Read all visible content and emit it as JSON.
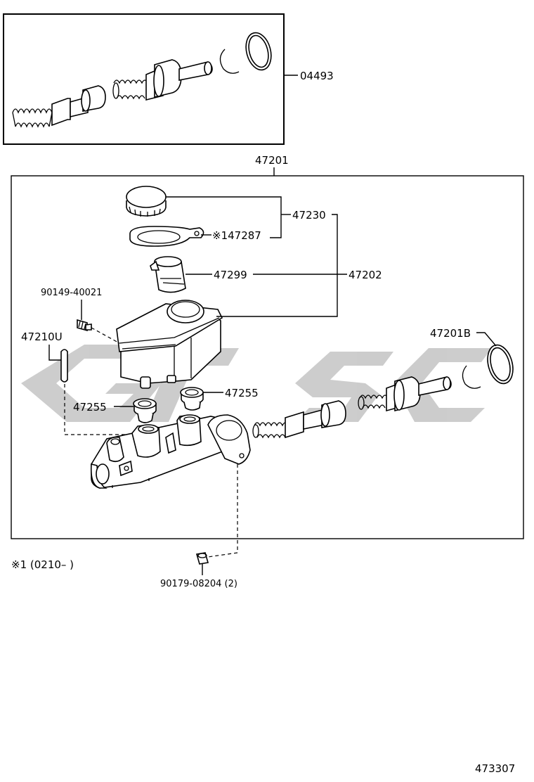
{
  "diagram": {
    "kit_label": "04493",
    "assembly_label": "47201",
    "labels": {
      "cap_set": "47230",
      "gasket": "※147287",
      "strainer": "47299",
      "reservoir": "47202",
      "screw": "90149-40021",
      "pin": "47210U",
      "grommet_left": "47255",
      "grommet_right": "47255",
      "piston_kit": "47201B",
      "nut": "90179-08204 (2)"
    },
    "footnote": "※1 (0210–        )",
    "illustration_code": "473307",
    "watermark": "GLSC"
  }
}
